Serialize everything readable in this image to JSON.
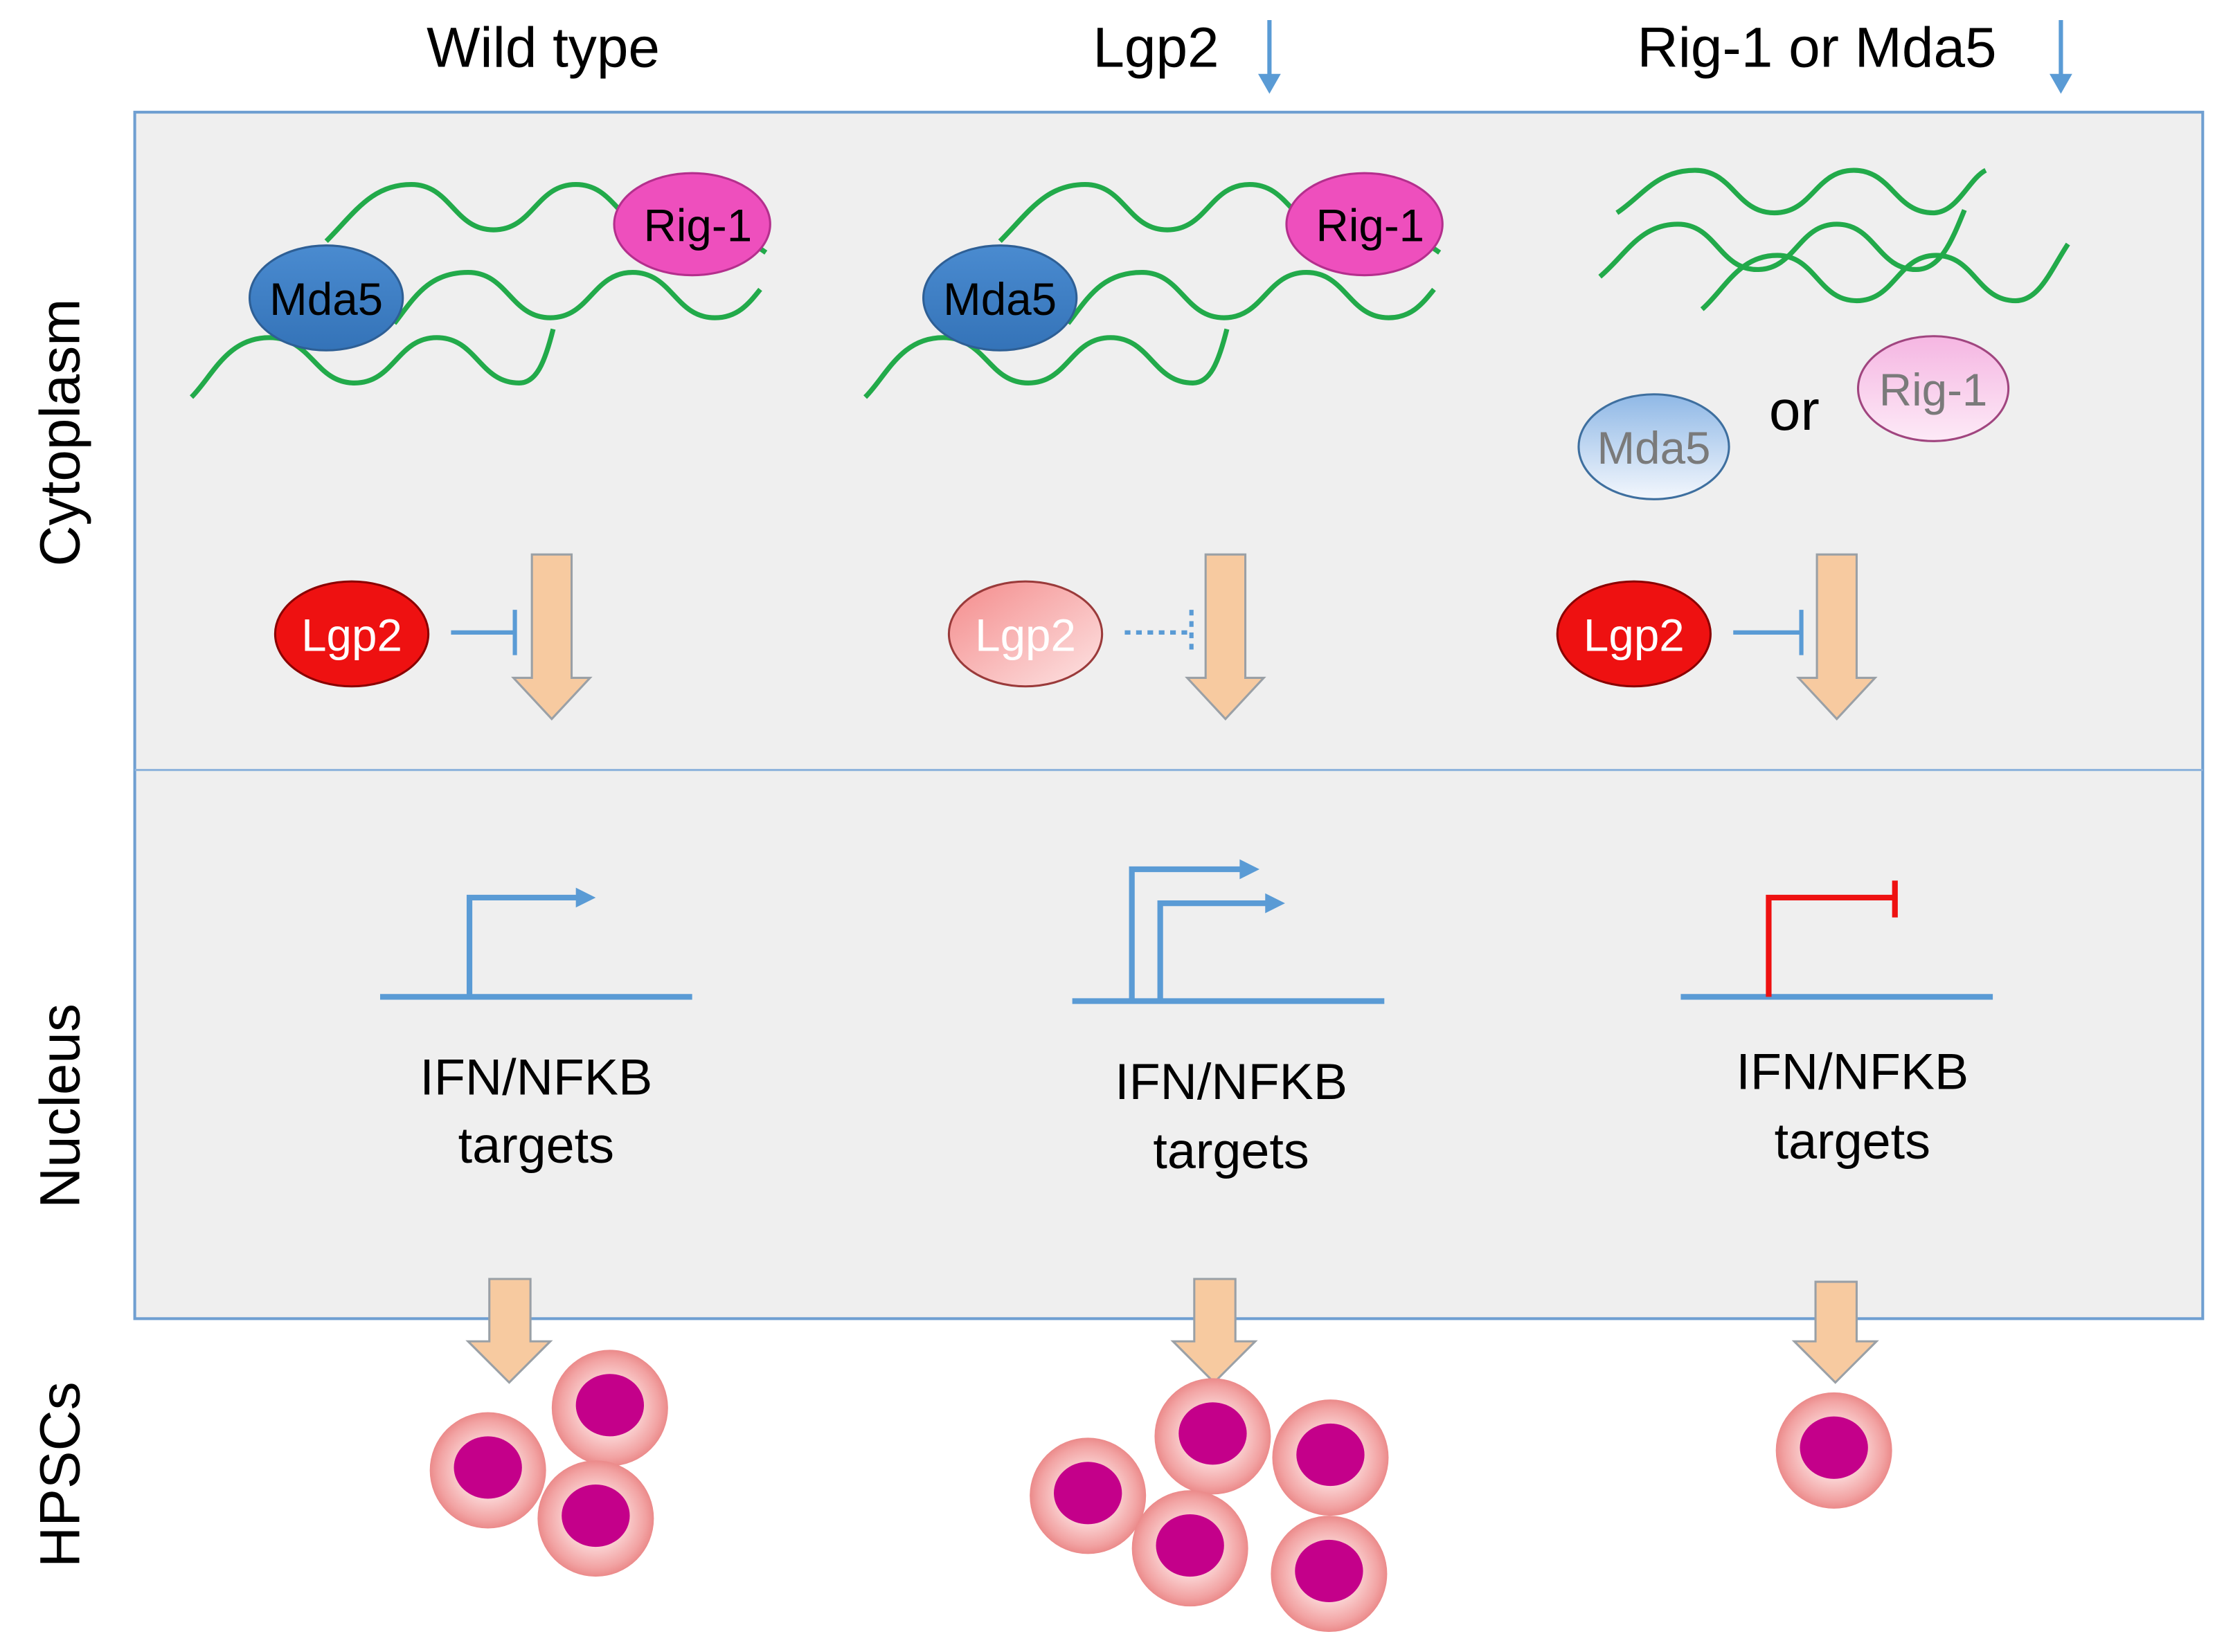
{
  "columns": {
    "wild_type": {
      "title": "Wild type"
    },
    "lgp2": {
      "title": "Lgp2"
    },
    "rig_mda": {
      "title": "Rig-1 or Mda5"
    }
  },
  "compartments": {
    "cytoplasm": "Cytoplasm",
    "nucleus": "Nucleus",
    "hpscs": "HPSCs"
  },
  "proteins": {
    "mda5": "Mda5",
    "rig1": "Rig-1",
    "lgp2": "Lgp2"
  },
  "connector_or": "or",
  "targets": {
    "line1": "IFN/NFKB",
    "line2": "targets"
  },
  "hpsc_counts": {
    "wild_type": 3,
    "lgp2": 5,
    "rig_mda": 1
  },
  "colors": {
    "rna_strand": "#22aa4a",
    "cell_panel": "#efefef",
    "panel_border": "#6f9fd1",
    "mda5": "#3f7fc4",
    "rig1": "#ee4fbd",
    "lgp2": "#ee1111",
    "signal_arrow": "#f7caa0",
    "promoter_active": "#5a9bd5",
    "promoter_blocked": "#ee1111",
    "hpsc_nucleus": "#c4008a",
    "hpsc_halo": "#f08a8a"
  }
}
